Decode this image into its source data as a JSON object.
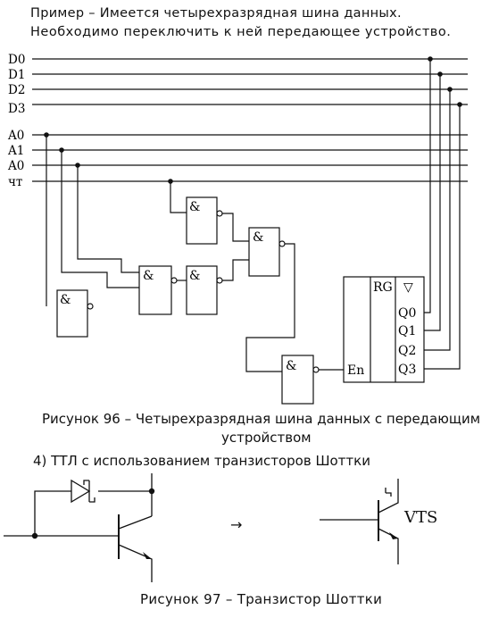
{
  "intro": {
    "line1": "Пример – Имеется четырехразрядная шина данных.",
    "line2": "Необходимо переключить к ней передающее устройство."
  },
  "bus_labels": [
    "D0",
    "D1",
    "D2",
    "D3",
    "A0",
    "A1",
    "A0",
    "чт"
  ],
  "gate_symbol": "&",
  "register": {
    "title": "RG",
    "clock_mark": "▽",
    "enable": "En",
    "outputs": [
      "Q0",
      "Q1",
      "Q2",
      "Q3"
    ]
  },
  "figure96": {
    "caption_line1": "Рисунок 96 – Четырехразрядная шина данных с передающим",
    "caption_line2": "устройством"
  },
  "item4": "4) ТТЛ с использованием транзисторов Шоттки",
  "figure97": {
    "arrow": "→",
    "symbol_label": "VTS",
    "caption": "Рисунок  97 – Транзистор Шоттки"
  }
}
